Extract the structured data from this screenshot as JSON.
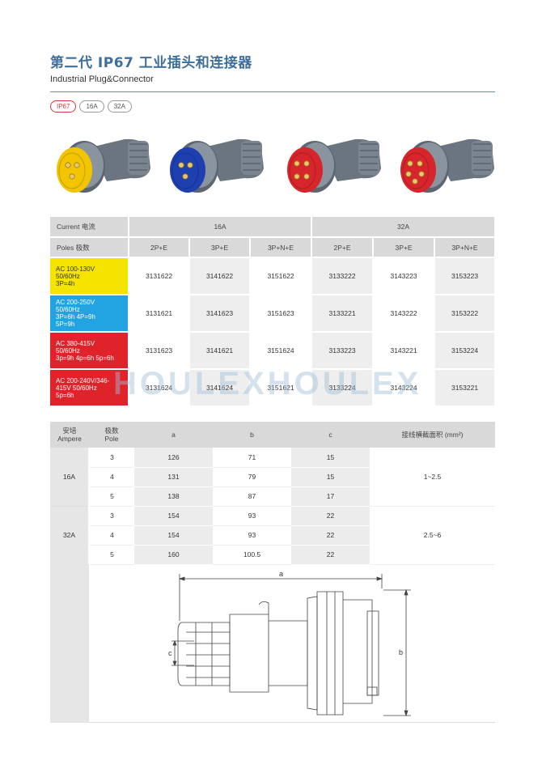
{
  "header": {
    "title_cn": "第二代 IP67 工业插头和连接器",
    "title_en": "Industrial Plug&Connector"
  },
  "tags": [
    "IP67",
    "16A",
    "32A"
  ],
  "products": [
    {
      "color": "#f2c500",
      "name": "yellow-plug"
    },
    {
      "color": "#1d3fb0",
      "name": "blue-plug"
    },
    {
      "color": "#d7252c",
      "name": "red-plug-4p"
    },
    {
      "color": "#d7252c",
      "name": "red-plug-5p"
    }
  ],
  "spec_table": {
    "current_label": "Current 电流",
    "poles_label": "Poles 极数",
    "current_16": "16A",
    "current_32": "32A",
    "poles": [
      "2P+E",
      "3P+E",
      "3P+N+E",
      "2P+E",
      "3P+E",
      "3P+N+E"
    ],
    "rows": [
      {
        "label_lines": [
          "AC 100-130V",
          "50/60Hz",
          "3P=4h"
        ],
        "color": "#f5e400",
        "text_color": "#333333",
        "codes": [
          "3131622",
          "3141622",
          "3151622",
          "3133222",
          "3143223",
          "3153223"
        ]
      },
      {
        "label_lines": [
          "AC 200-250V",
          "50/60Hz",
          "3P=6h 4P=9h",
          "5P=9h"
        ],
        "color": "#22a3e2",
        "text_color": "#ffffff",
        "codes": [
          "3131621",
          "3141623",
          "3151623",
          "3133221",
          "3143222",
          "3153222"
        ]
      },
      {
        "label_lines": [
          "AC 380-415V",
          "50/60Hz",
          "3p=9h 4p=6h 5p=6h"
        ],
        "color": "#e0232a",
        "text_color": "#ffffff",
        "codes": [
          "3131623",
          "3141621",
          "3151624",
          "3133223",
          "3143221",
          "3153224"
        ]
      },
      {
        "label_lines": [
          "AC 200-240V/346-",
          "415V 50/60Hz",
          "5p=6h"
        ],
        "color": "#e0232a",
        "text_color": "#ffffff",
        "codes": [
          "3131624",
          "3141624",
          "3151621",
          "3133224",
          "3143224",
          "3153221"
        ]
      }
    ]
  },
  "watermark": "HOULEXHOULEX",
  "dim_table": {
    "headers": {
      "ampere": [
        "安培",
        "Ampere"
      ],
      "pole": [
        "极数",
        "Pole"
      ],
      "a": "a",
      "b": "b",
      "c": "c",
      "area": "接线横截面积 (mm²)"
    },
    "groups": [
      {
        "ampere": "16A",
        "area": "1~2.5",
        "rows": [
          {
            "pole": "3",
            "a": "126",
            "b": "71",
            "c": "15"
          },
          {
            "pole": "4",
            "a": "131",
            "b": "79",
            "c": "15"
          },
          {
            "pole": "5",
            "a": "138",
            "b": "87",
            "c": "17"
          }
        ]
      },
      {
        "ampere": "32A",
        "area": "2.5~6",
        "rows": [
          {
            "pole": "3",
            "a": "154",
            "b": "93",
            "c": "22"
          },
          {
            "pole": "4",
            "a": "154",
            "b": "93",
            "c": "22"
          },
          {
            "pole": "5",
            "a": "160",
            "b": "100.5",
            "c": "22"
          }
        ]
      }
    ]
  },
  "drawing": {
    "label_a": "a",
    "label_b": "b",
    "label_c": "c"
  }
}
